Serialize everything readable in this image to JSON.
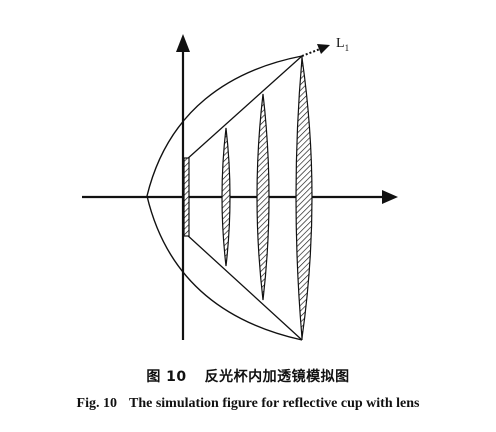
{
  "diagram": {
    "ray_label": "L",
    "ray_label_sub": "1"
  },
  "caption": {
    "zh_number": "图 10",
    "zh_text": "反光杯内加透镜模拟图",
    "en_number": "Fig. 10",
    "en_text": "The simulation figure for reflective cup with lens"
  },
  "colors": {
    "ink": "#111111",
    "background": "#ffffff"
  }
}
